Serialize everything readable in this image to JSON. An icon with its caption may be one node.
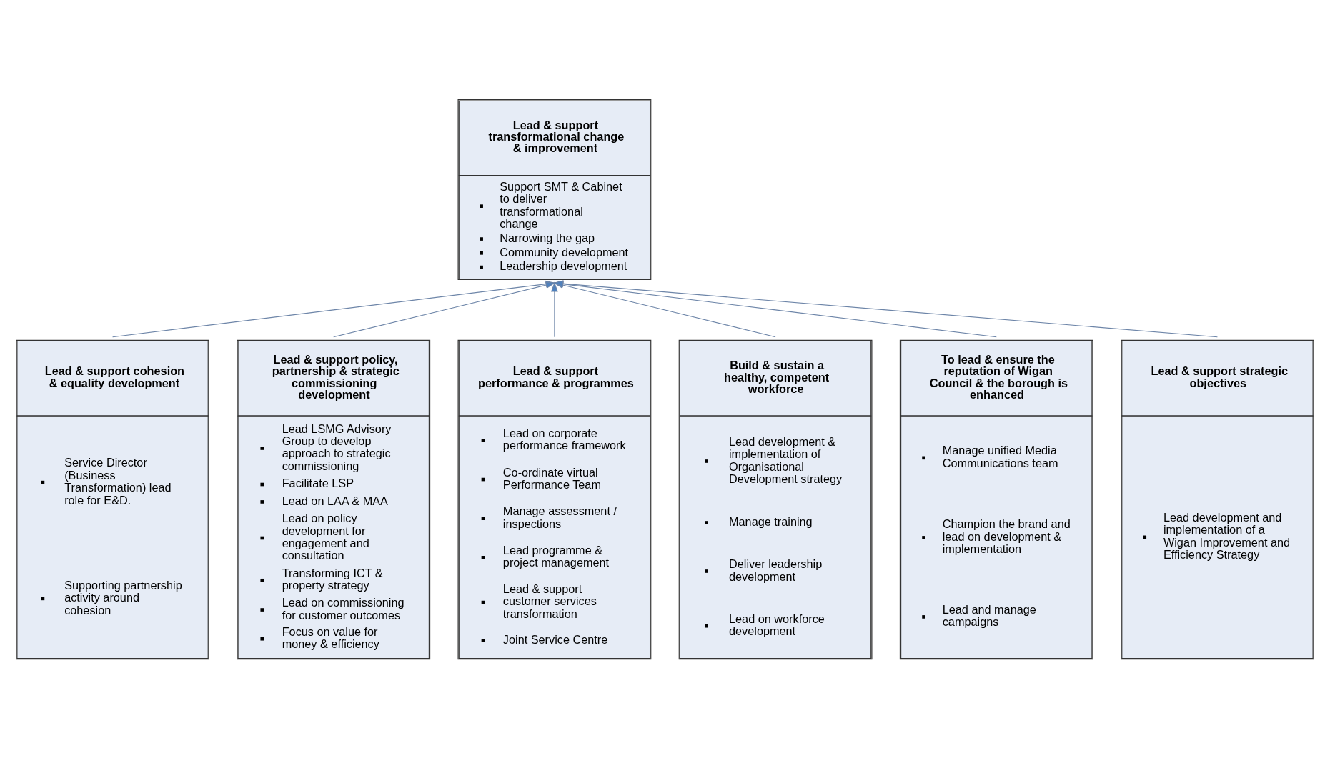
{
  "diagram": {
    "nodes": [
      {
        "text": [
          "Lead & support transformational change & improvement",
          "Support SMT & Cabinet to deliver transformational change",
          "Narrowing the gap",
          "Community development",
          "Leadership development"
        ]
      },
      {
        "text": [
          "Lead & support cohesion & equality development",
          "Service Director (Business Transformation) lead role for E&D.",
          "Supporting partnership activity around cohesion"
        ]
      },
      {
        "text": [
          "Lead & support policy, partnership & strategic commissioning development",
          "Lead LSMG Advisory Group to develop approach to strategic commissioning",
          "Facilitate LSP",
          "Lead on LAA & MAA",
          "Lead on policy development for engagement and consultation",
          "Transforming ICT & property strategy",
          "Lead on commissioning for customer outcomes",
          "Focus on value for money & efficiency"
        ]
      },
      {
        "text": [
          "Lead & support performance & programmes",
          "Lead on corporate performance framework",
          "Co-ordinate virtual Performance Team",
          "Manage assessment / inspections",
          "Lead programme & project management",
          "Lead & support customer services transformation",
          "Joint Service Centre"
        ]
      },
      {
        "text": [
          "Build & sustain a healthy, competent workforce",
          "Lead development & implementation of Organisational Development strategy",
          "Manage training",
          "Deliver leadership development",
          "Lead on workforce development"
        ]
      },
      {
        "text": [
          "To lead & ensure the reputation of Wigan Council & the borough is enhanced",
          "Manage unified Media Communications team",
          "Champion the brand and lead on development & implementation",
          "Lead and manage campaigns"
        ]
      },
      {
        "text": [
          "Lead & support strategic objectives",
          "Lead development and implementation of a Wigan Improvement and Efficiency Strategy"
        ]
      }
    ],
    "edges": [
      {
        "from": 1,
        "to": 0,
        "arrow": "to"
      },
      {
        "from": 2,
        "to": 0,
        "arrow": "to"
      },
      {
        "from": 3,
        "to": 0,
        "arrow": "to"
      },
      {
        "from": 4,
        "to": 0,
        "arrow": "to"
      },
      {
        "from": 5,
        "to": 0,
        "arrow": "to"
      },
      {
        "from": 6,
        "to": 0,
        "arrow": "to"
      }
    ]
  }
}
